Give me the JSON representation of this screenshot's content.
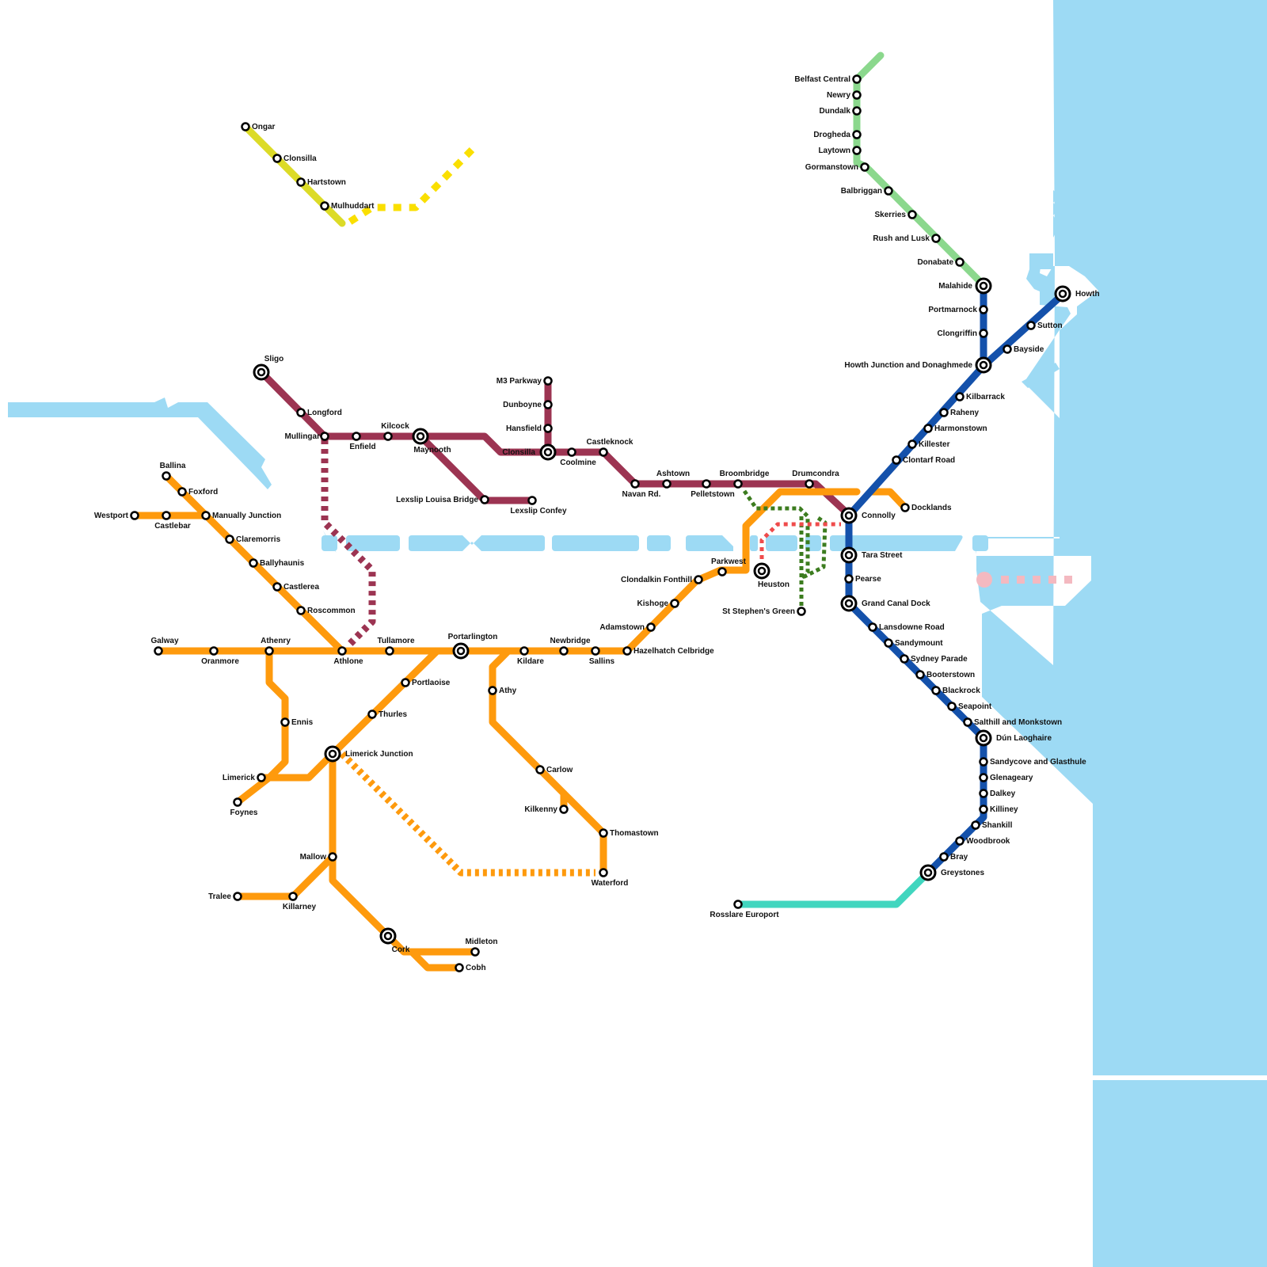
{
  "colors": {
    "water": "#9ddaf4",
    "orange": "#fe9a0d",
    "maroon": "#9c3452",
    "green": "#8bd88d",
    "blue": "#1451ab",
    "yellow": "#dcdb27",
    "teal": "#41d6bf",
    "dark_green": "#3c7c1f",
    "red": "#ef4b4b",
    "pink": "#f4b9c0"
  },
  "lines": [
    {
      "id": "western-orange",
      "color": "orange"
    },
    {
      "id": "sligo-maroon",
      "color": "maroon"
    },
    {
      "id": "belfast-green",
      "color": "green"
    },
    {
      "id": "dart-blue",
      "color": "blue"
    },
    {
      "id": "clonsilla-yellow",
      "color": "yellow"
    },
    {
      "id": "rosslare-teal",
      "color": "teal"
    },
    {
      "id": "city-dark-green",
      "color": "dark_green"
    },
    {
      "id": "heuston-red",
      "color": "red"
    },
    {
      "id": "howth-pink",
      "color": "pink"
    }
  ],
  "stations": [
    {
      "name": "Ongar",
      "interchange": false
    },
    {
      "name": "Clonsilla",
      "interchange": false
    },
    {
      "name": "Hartstown",
      "interchange": false
    },
    {
      "name": "Mulhuddart",
      "interchange": false
    },
    {
      "name": "Sligo",
      "interchange": true
    },
    {
      "name": "Longford",
      "interchange": false
    },
    {
      "name": "Mullingar",
      "interchange": false
    },
    {
      "name": "Enfield",
      "interchange": false
    },
    {
      "name": "Kilcock",
      "interchange": false
    },
    {
      "name": "Maynooth",
      "interchange": true
    },
    {
      "name": "Lexslip Louisa Bridge",
      "interchange": false
    },
    {
      "name": "Lexslip Confey",
      "interchange": false
    },
    {
      "name": "M3 Parkway",
      "interchange": false
    },
    {
      "name": "Dunboyne",
      "interchange": false
    },
    {
      "name": "Hansfield",
      "interchange": false
    },
    {
      "name": "Clonsilla",
      "interchange": true
    },
    {
      "name": "Coolmine",
      "interchange": false
    },
    {
      "name": "Castleknock",
      "interchange": false
    },
    {
      "name": "Navan Rd.",
      "interchange": false
    },
    {
      "name": "Ashtown",
      "interchange": false
    },
    {
      "name": "Pelletstown",
      "interchange": false
    },
    {
      "name": "Broombridge",
      "interchange": false
    },
    {
      "name": "Drumcondra",
      "interchange": false
    },
    {
      "name": "Connolly",
      "interchange": true
    },
    {
      "name": "Docklands",
      "interchange": false
    },
    {
      "name": "Tara Street",
      "interchange": true
    },
    {
      "name": "Pearse",
      "interchange": false
    },
    {
      "name": "Grand Canal Dock",
      "interchange": true
    },
    {
      "name": "Heuston",
      "interchange": true
    },
    {
      "name": "St Stephen's Green",
      "interchange": false
    },
    {
      "name": "Parkwest",
      "interchange": false
    },
    {
      "name": "Clondalkin Fonthill",
      "interchange": false
    },
    {
      "name": "Kishoge",
      "interchange": false
    },
    {
      "name": "Adamstown",
      "interchange": false
    },
    {
      "name": "Hazelhatch Celbridge",
      "interchange": false
    },
    {
      "name": "Sallins",
      "interchange": false
    },
    {
      "name": "Newbridge",
      "interchange": false
    },
    {
      "name": "Kildare",
      "interchange": false
    },
    {
      "name": "Portarlington",
      "interchange": true
    },
    {
      "name": "Tullamore",
      "interchange": false
    },
    {
      "name": "Athlone",
      "interchange": false
    },
    {
      "name": "Athenry",
      "interchange": false
    },
    {
      "name": "Oranmore",
      "interchange": false
    },
    {
      "name": "Galway",
      "interchange": false
    },
    {
      "name": "Ballina",
      "interchange": false
    },
    {
      "name": "Foxford",
      "interchange": false
    },
    {
      "name": "Westport",
      "interchange": false
    },
    {
      "name": "Castlebar",
      "interchange": false
    },
    {
      "name": "Manually Junction",
      "interchange": false
    },
    {
      "name": "Claremorris",
      "interchange": false
    },
    {
      "name": "Ballyhaunis",
      "interchange": false
    },
    {
      "name": "Castlerea",
      "interchange": false
    },
    {
      "name": "Roscommon",
      "interchange": false
    },
    {
      "name": "Ennis",
      "interchange": false
    },
    {
      "name": "Limerick",
      "interchange": false
    },
    {
      "name": "Foynes",
      "interchange": false
    },
    {
      "name": "Portlaoise",
      "interchange": false
    },
    {
      "name": "Thurles",
      "interchange": false
    },
    {
      "name": "Limerick Junction",
      "interchange": true
    },
    {
      "name": "Athy",
      "interchange": false
    },
    {
      "name": "Carlow",
      "interchange": false
    },
    {
      "name": "Kilkenny",
      "interchange": false
    },
    {
      "name": "Thomastown",
      "interchange": false
    },
    {
      "name": "Waterford",
      "interchange": false
    },
    {
      "name": "Mallow",
      "interchange": false
    },
    {
      "name": "Tralee",
      "interchange": false
    },
    {
      "name": "Killarney",
      "interchange": false
    },
    {
      "name": "Cork",
      "interchange": true
    },
    {
      "name": "Midleton",
      "interchange": false
    },
    {
      "name": "Cobh",
      "interchange": false
    },
    {
      "name": "Belfast Central",
      "interchange": false
    },
    {
      "name": "Newry",
      "interchange": false
    },
    {
      "name": "Dundalk",
      "interchange": false
    },
    {
      "name": "Drogheda",
      "interchange": false
    },
    {
      "name": "Laytown",
      "interchange": false
    },
    {
      "name": "Gormanstown",
      "interchange": false
    },
    {
      "name": "Balbriggan",
      "interchange": false
    },
    {
      "name": "Skerries",
      "interchange": false
    },
    {
      "name": "Rush and Lusk",
      "interchange": false
    },
    {
      "name": "Donabate",
      "interchange": false
    },
    {
      "name": "Malahide",
      "interchange": true
    },
    {
      "name": "Portmarnock",
      "interchange": false
    },
    {
      "name": "Clongriffin",
      "interchange": false
    },
    {
      "name": "Howth Junction and Donaghmede",
      "interchange": true
    },
    {
      "name": "Howth",
      "interchange": true
    },
    {
      "name": "Sutton",
      "interchange": false
    },
    {
      "name": "Bayside",
      "interchange": false
    },
    {
      "name": "Kilbarrack",
      "interchange": false
    },
    {
      "name": "Raheny",
      "interchange": false
    },
    {
      "name": "Harmonstown",
      "interchange": false
    },
    {
      "name": "Killester",
      "interchange": false
    },
    {
      "name": "Clontarf Road",
      "interchange": false
    },
    {
      "name": "Lansdowne Road",
      "interchange": false
    },
    {
      "name": "Sandymount",
      "interchange": false
    },
    {
      "name": "Sydney Parade",
      "interchange": false
    },
    {
      "name": "Booterstown",
      "interchange": false
    },
    {
      "name": "Blackrock",
      "interchange": false
    },
    {
      "name": "Seapoint",
      "interchange": false
    },
    {
      "name": "Salthill and Monkstown",
      "interchange": false
    },
    {
      "name": "Dún Laoghaire",
      "interchange": true
    },
    {
      "name": "Sandycove and Glasthule",
      "interchange": false
    },
    {
      "name": "Glenageary",
      "interchange": false
    },
    {
      "name": "Dalkey",
      "interchange": false
    },
    {
      "name": "Killiney",
      "interchange": false
    },
    {
      "name": "Shankill",
      "interchange": false
    },
    {
      "name": "Woodbrook",
      "interchange": false
    },
    {
      "name": "Bray",
      "interchange": false
    },
    {
      "name": "Greystones",
      "interchange": true
    },
    {
      "name": "Rosslare Europort",
      "interchange": false
    }
  ]
}
